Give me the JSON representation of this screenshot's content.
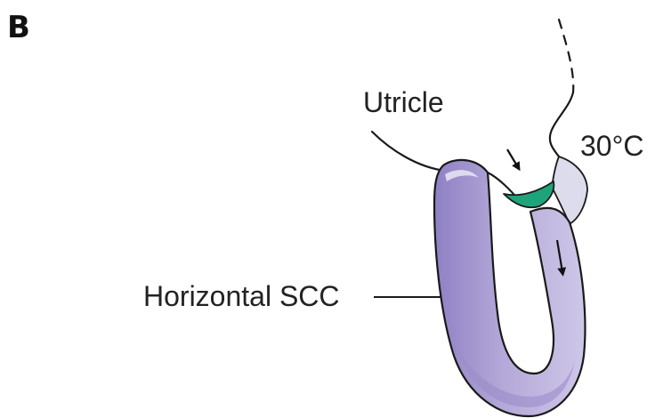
{
  "figure": {
    "panel_label": "B",
    "labels": {
      "utricle": "Utricle",
      "angle": "30°C",
      "canal": "Horizontal SCC"
    },
    "colors": {
      "canal_fill": "#b3a8d8",
      "canal_shadow": "#8f80c4",
      "canal_highlight": "#e2dcf2",
      "cupula": "#1fa37a",
      "ampulla_end": "#dcdcec",
      "outline": "#1a1a1a",
      "arrow": "#111111"
    },
    "icons": [
      "endolymph-flow-arrow",
      "endolymph-flow-arrow"
    ]
  }
}
